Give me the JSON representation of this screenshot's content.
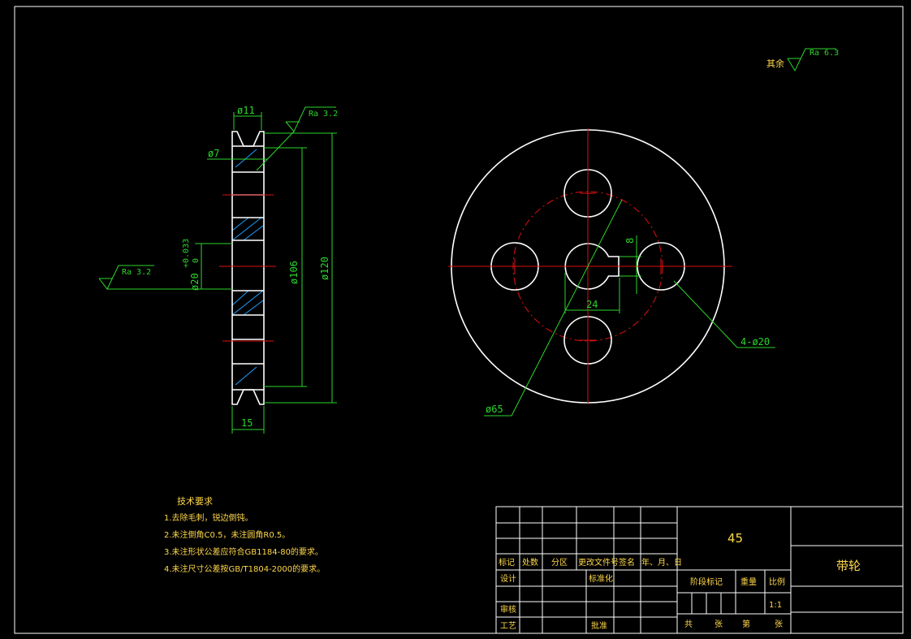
{
  "drawing": {
    "roughness_other_label": "其余",
    "roughness_other_value": "Ra 6.3",
    "roughness_top_value": "Ra 3.2",
    "roughness_bore_value": "Ra 3.2"
  },
  "dimensions": {
    "d11": "ø11",
    "d7": "ø7",
    "d20": "ø20",
    "tol_upper": "+0.033",
    "tol_lower": "0",
    "d106": "ø106",
    "d120": "ø120",
    "w15": "15",
    "d8": "8",
    "d24": "24",
    "holes": "4-ø20",
    "d65": "ø65"
  },
  "tech_requirements": {
    "heading": "技术要求",
    "items": [
      "1.去除毛刺，锐边倒钝。",
      "2.未注倒角C0.5，未注圆角R0.5。",
      "3.未注形状公差应符合GB1184-80的要求。",
      "4.未注尺寸公差按GB/T1804-2000的要求。"
    ]
  },
  "title_block": {
    "material": "45",
    "part_name": "带轮",
    "rev_headers": [
      "标记",
      "处数",
      "分区",
      "更改文件号",
      "签名",
      "年、月、日"
    ],
    "design": "设计",
    "standardize": "标准化",
    "review": "审核",
    "process": "工艺",
    "approve": "批准",
    "stage_mark": "阶段标记",
    "weight": "重量",
    "scale": "比例",
    "scale_value": "1:1",
    "sheet_total": "共",
    "sheet_unit1": "张",
    "sheet_num": "第",
    "sheet_unit2": "张"
  }
}
